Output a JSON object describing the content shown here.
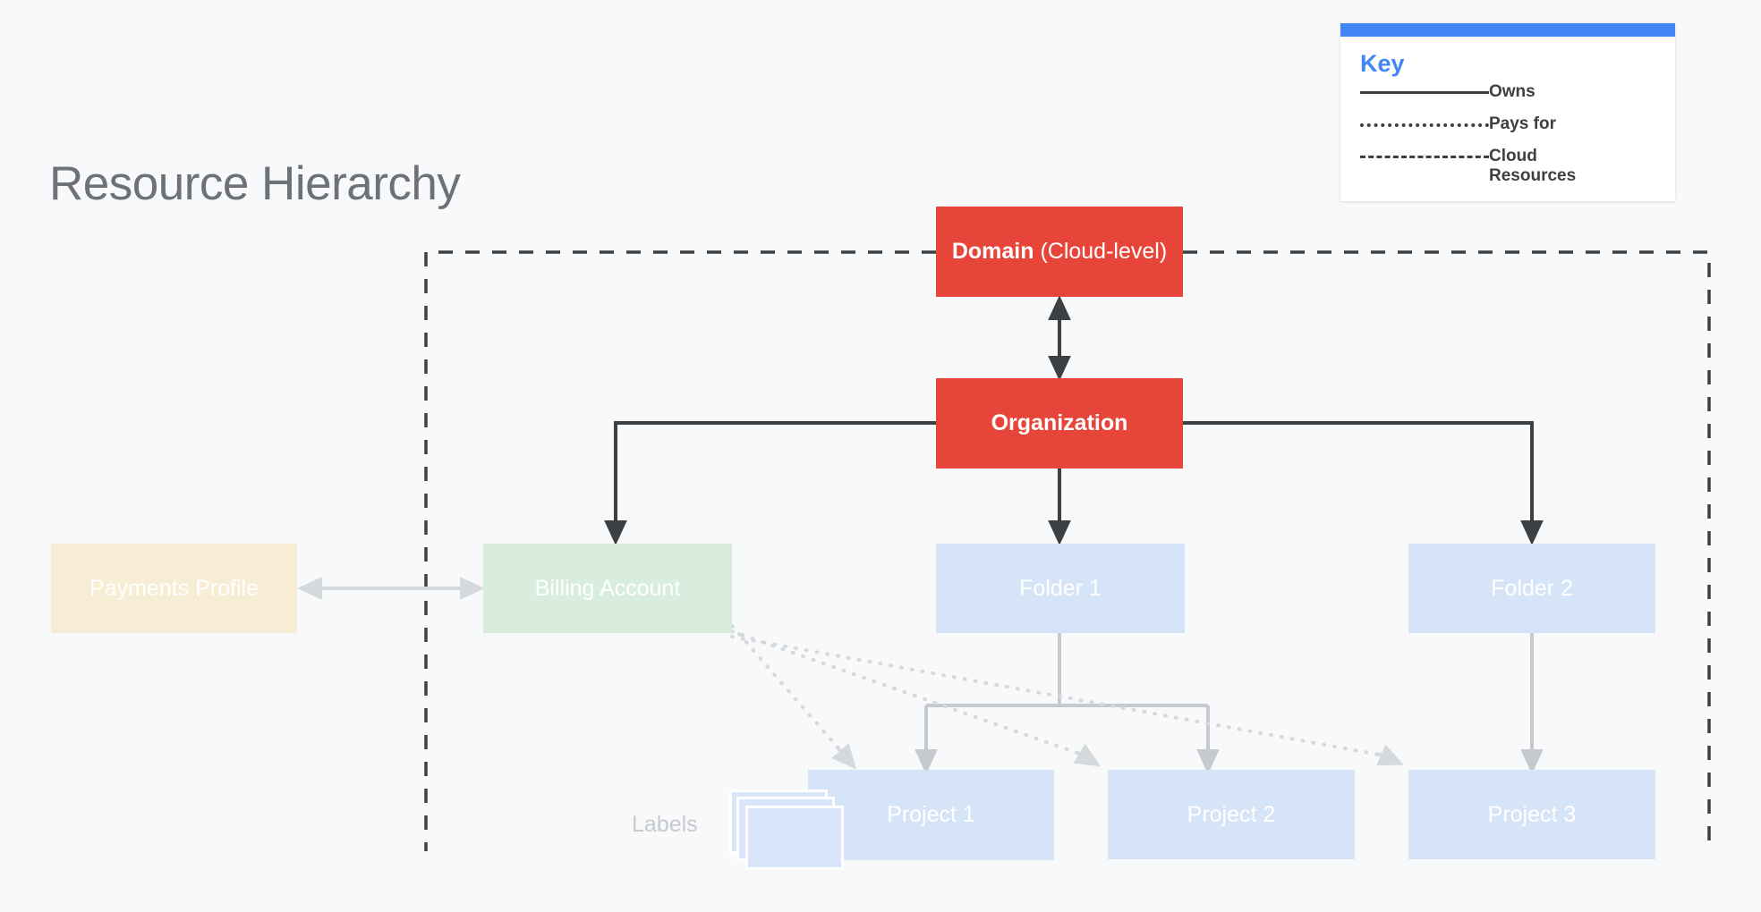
{
  "page": {
    "title": "Resource Hierarchy",
    "background_color": "#F8F9FA"
  },
  "legend": {
    "title": "Key",
    "accent_color": "#4285F4",
    "rows": [
      {
        "style": "solid",
        "label": "Owns"
      },
      {
        "style": "dotted",
        "label": "Pays for"
      },
      {
        "style": "dashed",
        "label": "Cloud Resources"
      }
    ]
  },
  "nodes": {
    "domain": {
      "label": "Domain",
      "sublabel": " (Cloud-level)",
      "color": "#E8453A"
    },
    "organization": {
      "label": "Organization",
      "color": "#E8453A"
    },
    "payments_profile": {
      "label": "Payments Profile",
      "color": "#F7EDD4"
    },
    "billing_account": {
      "label": "Billing Account",
      "color": "#D8EDDE"
    },
    "folder1": {
      "label": "Folder 1",
      "color": "#D6E4F8"
    },
    "folder2": {
      "label": "Folder 2",
      "color": "#D6E4F8"
    },
    "project1": {
      "label": "Project 1",
      "color": "#D6E4F8"
    },
    "project2": {
      "label": "Project 2",
      "color": "#D6E4F8"
    },
    "project3": {
      "label": "Project 3",
      "color": "#D6E4F8"
    }
  },
  "annotations": {
    "labels_group": "Labels"
  },
  "colors": {
    "connector_dark": "#3C4043",
    "connector_light": "#C6CACE",
    "cloud_boundary": "#3C4043"
  }
}
